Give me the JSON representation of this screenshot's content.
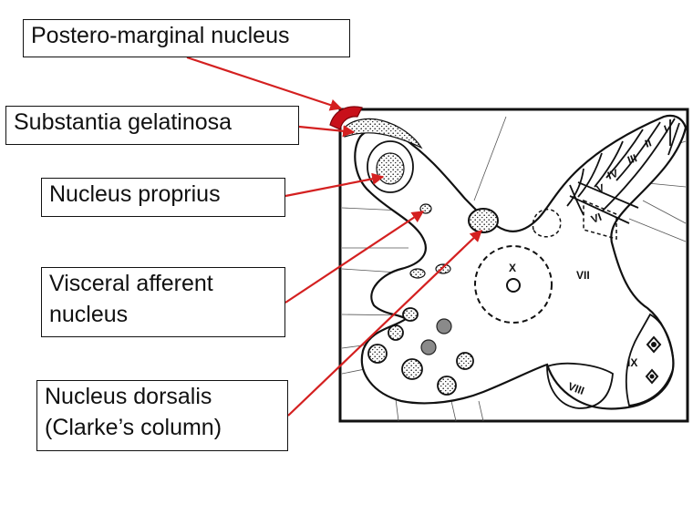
{
  "labels": {
    "postero_marginal": "Postero-marginal nucleus",
    "substantia_gelatinosa": "Substantia gelatinosa",
    "nucleus_proprius": "Nucleus proprius",
    "visceral_afferent_line1": "Visceral afferent",
    "visceral_afferent_line2": "nucleus",
    "nucleus_dorsalis_line1": "Nucleus dorsalis",
    "nucleus_dorsalis_line2": "(Clarke’s column)"
  },
  "laminae": {
    "I": "I",
    "II": "II",
    "III": "III",
    "IV": "IV",
    "V": "V",
    "VI": "VI",
    "VII": "VII",
    "VIII": "VIII",
    "IX": "IX",
    "X": "X"
  },
  "colors": {
    "arrow": "#d42020",
    "postero_marginal_fill": "#c8101a",
    "outline": "#111111",
    "gray_dot": "#8a8a8a"
  }
}
